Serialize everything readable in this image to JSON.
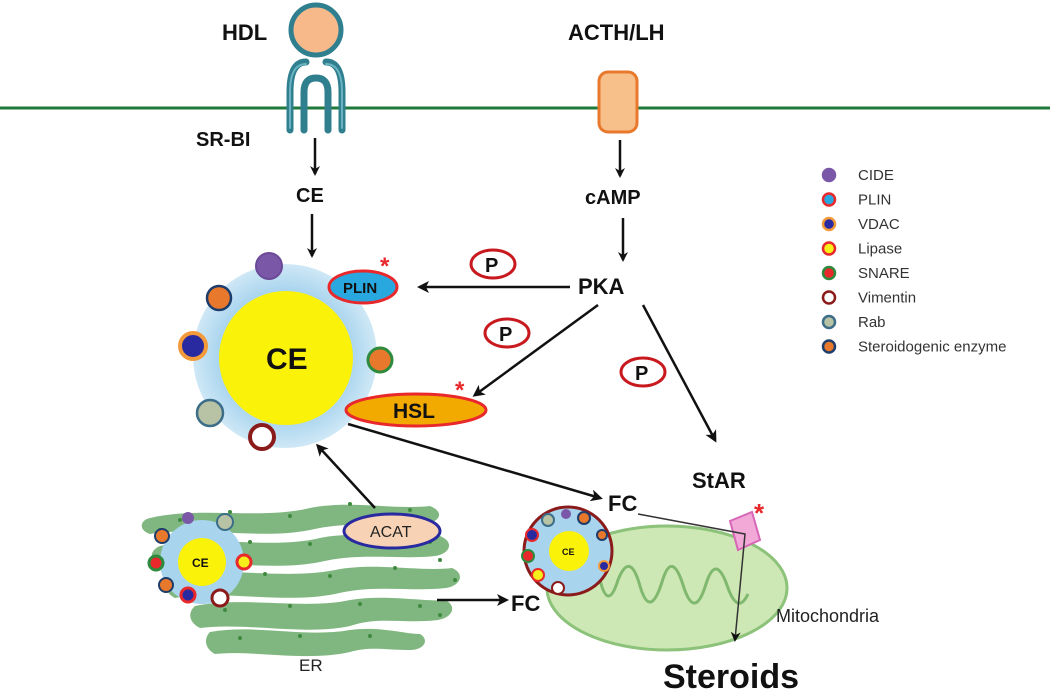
{
  "labels": {
    "hdl": "HDL",
    "acth_lh": "ACTH/LH",
    "sr_bi": "SR-BI",
    "ce_top": "CE",
    "camp": "cAMP",
    "pka": "PKA",
    "ce_droplet": "CE",
    "plin": "PLIN",
    "hsl": "HSL",
    "star": "StAR",
    "acat": "ACAT",
    "ce_small": "CE",
    "ce_tiny": "CE",
    "fc_top": "FC",
    "fc_bottom": "FC",
    "er": "ER",
    "mitochondria": "Mitochondria",
    "steroids": "Steroids",
    "phospho": "P",
    "asterisk": "*"
  },
  "legend": [
    {
      "label": "CIDE",
      "fill": "#7b57a8",
      "ring": "#7b57a8"
    },
    {
      "label": "PLIN",
      "fill": "#29a8e0",
      "ring": "#e8282b"
    },
    {
      "label": "VDAC",
      "fill": "#2a2aa0",
      "ring": "#f39a3a"
    },
    {
      "label": "Lipase",
      "fill": "#f7ef1a",
      "ring": "#e8282b"
    },
    {
      "label": "SNARE",
      "fill": "#e8282b",
      "ring": "#2e8b3e"
    },
    {
      "label": "Vimentin",
      "fill": "#ffffff",
      "ring": "#8b1a1a"
    },
    {
      "label": "Rab",
      "fill": "#b8c2a4",
      "ring": "#3c6e8a"
    },
    {
      "label": "Steroidogenic enzyme",
      "fill": "#e8782b",
      "ring": "#1f3d6b"
    }
  ],
  "colors": {
    "membrane": "#1f7a3a",
    "receptor": "#2f7f8f",
    "hdl": "#f7b98a",
    "acth_receptor": "#f7c08a",
    "droplet_halo": "#a8d4ee",
    "droplet_core": "#fbf20a",
    "hsl": "#f2a900",
    "phospho_ring": "#c8191e",
    "mito_fill": "#cde8b4",
    "mito_stroke": "#8cc27a",
    "er_fill": "#6aaa6a",
    "star": "#f2a9d8"
  }
}
